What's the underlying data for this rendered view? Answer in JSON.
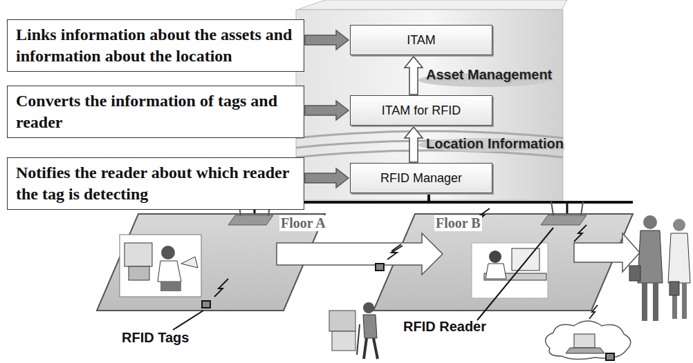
{
  "diagram": {
    "nodes": [
      {
        "text": [
          "Links information about the assets and information about the location"
        ]
      },
      {
        "text": [
          "ITAM"
        ]
      },
      {
        "text": [
          "Converts the information of tags and reader"
        ]
      },
      {
        "text": [
          "ITAM for RFID"
        ]
      },
      {
        "text": [
          "Notifies the reader about which reader the tag is detecting"
        ]
      },
      {
        "text": [
          "RFID Manager"
        ]
      }
    ],
    "edges": [
      {
        "from": 0,
        "to": 1,
        "arrow": "to"
      },
      {
        "from": 2,
        "to": 3,
        "arrow": "to"
      },
      {
        "from": 4,
        "to": 5,
        "arrow": "to"
      },
      {
        "from": 3,
        "to": 1,
        "arrow": "to",
        "label": "Asset Management"
      },
      {
        "from": 5,
        "to": 3,
        "arrow": "to",
        "label": "Location Information"
      }
    ],
    "labels": [
      "Floor A",
      "Floor B",
      "RFID Tags",
      "RFID Reader"
    ]
  }
}
